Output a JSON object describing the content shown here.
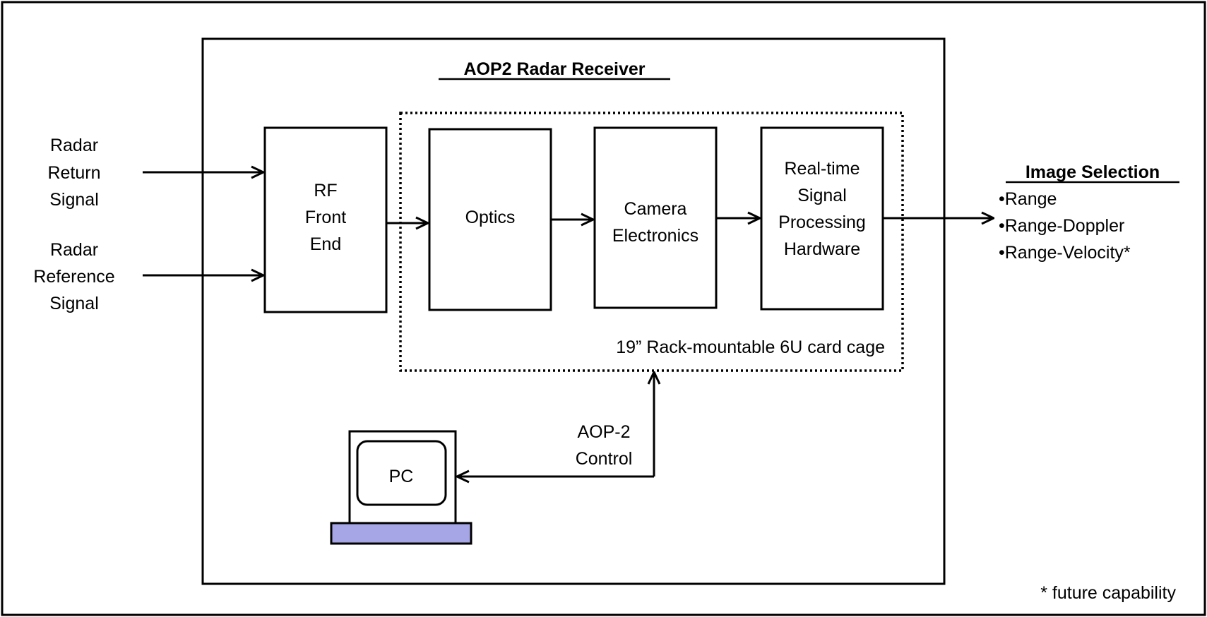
{
  "title": "AOP2 Radar Receiver",
  "inputs": {
    "return": [
      "Radar",
      "Return",
      "Signal"
    ],
    "reference": [
      "Radar",
      "Reference",
      "Signal"
    ]
  },
  "blocks": {
    "rf_front_end": [
      "RF",
      "Front",
      "End"
    ],
    "optics": [
      "Optics"
    ],
    "camera_electronics": [
      "Camera",
      "Electronics"
    ],
    "signal_processing": [
      "Real-time",
      "Signal",
      "Processing",
      "Hardware"
    ]
  },
  "card_cage_label": "19” Rack-mountable 6U card cage",
  "control": [
    "AOP-2",
    "Control"
  ],
  "pc_label": "PC",
  "output": {
    "heading": "Image Selection",
    "items": [
      "•Range",
      "•Range-Doppler",
      "•Range-Velocity*"
    ]
  },
  "footnote": "* future capability",
  "colors": {
    "keyboard": "#a6a6e6",
    "stroke": "#000000",
    "background": "#ffffff"
  }
}
